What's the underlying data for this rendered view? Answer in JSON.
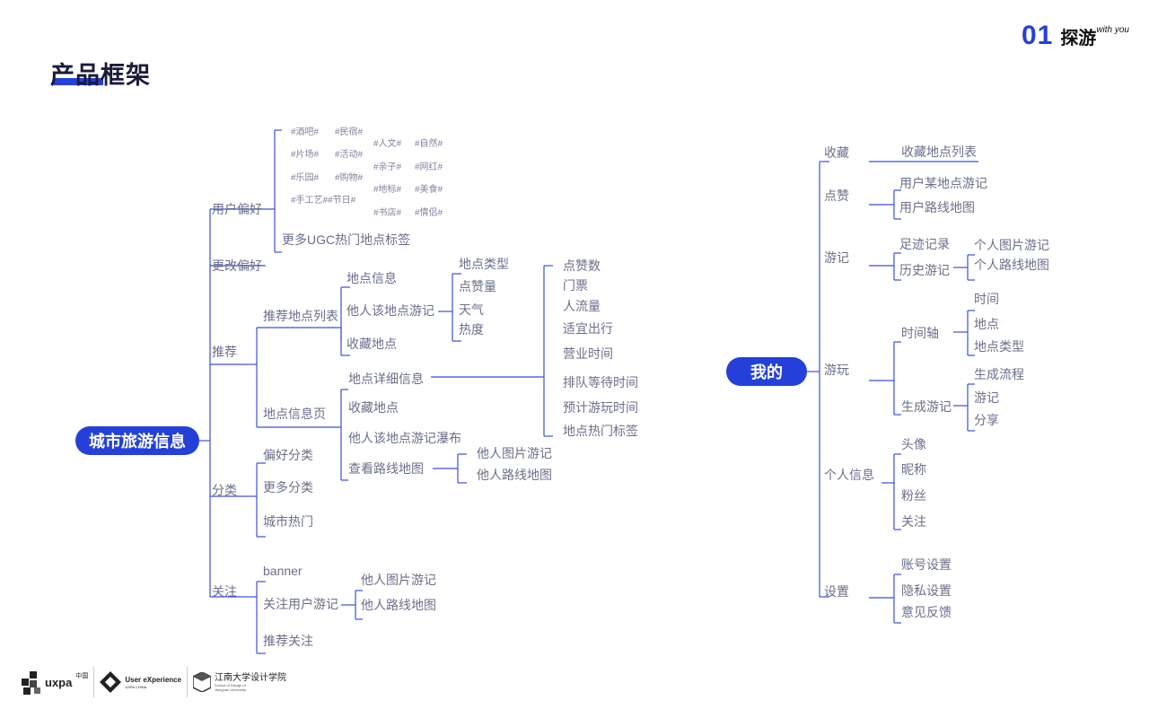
{
  "page": {
    "title": "产品框架"
  },
  "brand": {
    "number": "01",
    "mark": "探游",
    "with": "with you"
  },
  "footer": {
    "uxpa": "uxpa",
    "uxpa_cn": "中国",
    "ux": "User eXperience",
    "ux_sub": "UXPA CHINA",
    "jn": "江南大学设计学院",
    "jn_sub1": "School of Design of",
    "jn_sub2": "Jiangnan University"
  },
  "left": {
    "root": "城市旅游信息",
    "pref": "用户偏好",
    "tags_a": [
      "#酒吧#",
      "#民宿#",
      "#片场#",
      "#活动#",
      "#乐园#",
      "#购物#",
      "#手工艺##节日#"
    ],
    "tags_b": [
      "#人文#",
      "#自然#",
      "#亲子#",
      "#网红#",
      "#地标#",
      "#美食#",
      "#书店#",
      "#情侣#"
    ],
    "more_tags": "更多UGC热门地点标签",
    "change_pref": "更改偏好",
    "recommend": "推荐",
    "rec_list": "推荐地点列表",
    "place_info": "地点信息",
    "others_notes": "他人该地点游记",
    "fav_place": "收藏地点",
    "info_types": [
      "地点类型",
      "点赞量",
      "天气",
      "热度"
    ],
    "info_page": "地点信息页",
    "detail_info": "地点详细信息",
    "detail_items": [
      "点赞数",
      "门票",
      "人流量",
      "适宜出行",
      "营业时间",
      "排队等待时间",
      "预计游玩时间",
      "地点热门标签"
    ],
    "fav_place2": "收藏地点",
    "waterfall": "他人该地点游记瀑布",
    "route_map": "查看路线地图",
    "route_items": [
      "他人图片游记",
      "他人路线地图"
    ],
    "category": "分类",
    "cat_items": [
      "偏好分类",
      "更多分类",
      "城市热门"
    ],
    "follow": "关注",
    "banner": "banner",
    "follow_notes": "关注用户游记",
    "follow_items": [
      "他人图片游记",
      "他人路线地图"
    ],
    "rec_follow": "推荐关注"
  },
  "right": {
    "root": "我的",
    "collect": "收藏",
    "collect_list": "收藏地点列表",
    "like": "点赞",
    "like_items": [
      "用户某地点游记",
      "用户路线地图"
    ],
    "notes": "游记",
    "track": "足迹记录",
    "history": "历史游记",
    "history_items": [
      "个人图片游记",
      "个人路线地图"
    ],
    "play": "游玩",
    "timeline": "时间轴",
    "timeline_items": [
      "时间",
      "地点",
      "地点类型"
    ],
    "gen_notes": "生成游记",
    "gen_items": [
      "生成流程",
      "游记",
      "分享"
    ],
    "profile": "个人信息",
    "profile_items": [
      "头像",
      "昵称",
      "粉丝",
      "关注"
    ],
    "settings": "设置",
    "settings_items": [
      "账号设置",
      "隐私设置",
      "意见反馈"
    ]
  },
  "colors": {
    "accent": "#2540d8",
    "line": "#3a4fd8",
    "text": "#6b6f8a"
  }
}
